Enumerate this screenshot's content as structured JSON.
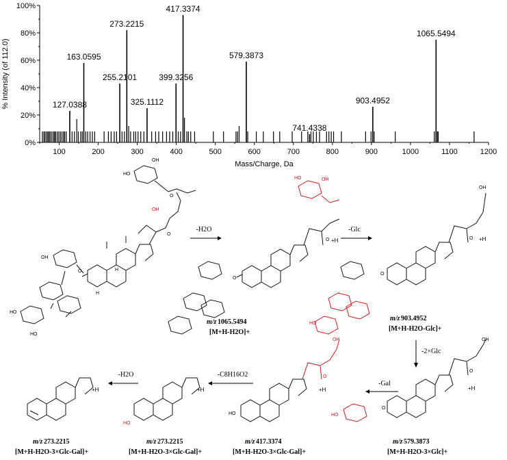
{
  "chart_data": {
    "type": "bar",
    "ylabel": "% Intensity (of 112.0)",
    "xlabel": "Mass/Charge, Da",
    "xlim": [
      50,
      1200
    ],
    "ylim": [
      0,
      100
    ],
    "xticks": [
      "100",
      "200",
      "300",
      "400",
      "500",
      "600",
      "700",
      "800",
      "900",
      "1000",
      "1100",
      "1200"
    ],
    "yticks": [
      "0%",
      "20%",
      "40%",
      "60%",
      "80%",
      "100%"
    ],
    "labeled_peaks": [
      {
        "x": 127.0388,
        "y": 23,
        "label": "127.0388"
      },
      {
        "x": 163.0595,
        "y": 58,
        "label": "163.0595"
      },
      {
        "x": 255.2101,
        "y": 43,
        "label": "255.2101"
      },
      {
        "x": 273.2215,
        "y": 82,
        "label": "273.2215"
      },
      {
        "x": 325.1112,
        "y": 25,
        "label": "325.1112"
      },
      {
        "x": 399.3256,
        "y": 43,
        "label": "399.3256"
      },
      {
        "x": 417.3374,
        "y": 93,
        "label": "417.3374"
      },
      {
        "x": 579.3873,
        "y": 59,
        "label": "579.3873"
      },
      {
        "x": 741.4338,
        "y": 6,
        "label": "741.4338"
      },
      {
        "x": 903.4952,
        "y": 26,
        "label": "903.4952"
      },
      {
        "x": 1065.5494,
        "y": 75,
        "label": "1065.5494"
      }
    ],
    "minor_peaks": [
      {
        "x": 57,
        "y": 8
      },
      {
        "x": 61,
        "y": 8
      },
      {
        "x": 64,
        "y": 8
      },
      {
        "x": 68,
        "y": 8
      },
      {
        "x": 71,
        "y": 8
      },
      {
        "x": 74,
        "y": 8
      },
      {
        "x": 77,
        "y": 8
      },
      {
        "x": 81,
        "y": 8
      },
      {
        "x": 85,
        "y": 8
      },
      {
        "x": 88,
        "y": 8
      },
      {
        "x": 91,
        "y": 8
      },
      {
        "x": 95,
        "y": 8
      },
      {
        "x": 99,
        "y": 8
      },
      {
        "x": 103,
        "y": 8
      },
      {
        "x": 107,
        "y": 8
      },
      {
        "x": 111,
        "y": 8
      },
      {
        "x": 114,
        "y": 8
      },
      {
        "x": 118,
        "y": 8
      },
      {
        "x": 133,
        "y": 8
      },
      {
        "x": 139,
        "y": 8
      },
      {
        "x": 145,
        "y": 17
      },
      {
        "x": 149,
        "y": 8
      },
      {
        "x": 155,
        "y": 8
      },
      {
        "x": 159,
        "y": 8
      },
      {
        "x": 168,
        "y": 8
      },
      {
        "x": 173,
        "y": 8
      },
      {
        "x": 179,
        "y": 8
      },
      {
        "x": 185,
        "y": 8
      },
      {
        "x": 191,
        "y": 8
      },
      {
        "x": 215,
        "y": 8
      },
      {
        "x": 226,
        "y": 8
      },
      {
        "x": 233,
        "y": 8
      },
      {
        "x": 241,
        "y": 8
      },
      {
        "x": 247,
        "y": 8
      },
      {
        "x": 261,
        "y": 8
      },
      {
        "x": 267,
        "y": 8
      },
      {
        "x": 278,
        "y": 12
      },
      {
        "x": 283,
        "y": 8
      },
      {
        "x": 291,
        "y": 8
      },
      {
        "x": 296,
        "y": 8
      },
      {
        "x": 302,
        "y": 8
      },
      {
        "x": 309,
        "y": 8
      },
      {
        "x": 317,
        "y": 8
      },
      {
        "x": 337,
        "y": 8
      },
      {
        "x": 347,
        "y": 8
      },
      {
        "x": 355,
        "y": 8
      },
      {
        "x": 365,
        "y": 8
      },
      {
        "x": 375,
        "y": 8
      },
      {
        "x": 383,
        "y": 8
      },
      {
        "x": 391,
        "y": 8
      },
      {
        "x": 405,
        "y": 8
      },
      {
        "x": 411,
        "y": 8
      },
      {
        "x": 421,
        "y": 18
      },
      {
        "x": 427,
        "y": 8
      },
      {
        "x": 431,
        "y": 8
      },
      {
        "x": 437,
        "y": 8
      },
      {
        "x": 447,
        "y": 8
      },
      {
        "x": 495,
        "y": 8
      },
      {
        "x": 521,
        "y": 8
      },
      {
        "x": 553,
        "y": 8
      },
      {
        "x": 557,
        "y": 8
      },
      {
        "x": 561,
        "y": 12
      },
      {
        "x": 583,
        "y": 8
      },
      {
        "x": 605,
        "y": 8
      },
      {
        "x": 623,
        "y": 8
      },
      {
        "x": 649,
        "y": 8
      },
      {
        "x": 665,
        "y": 8
      },
      {
        "x": 697,
        "y": 8
      },
      {
        "x": 721,
        "y": 8
      },
      {
        "x": 737,
        "y": 8
      },
      {
        "x": 745,
        "y": 8
      },
      {
        "x": 751,
        "y": 8
      },
      {
        "x": 759,
        "y": 8
      },
      {
        "x": 767,
        "y": 8
      },
      {
        "x": 785,
        "y": 8
      },
      {
        "x": 791,
        "y": 8
      },
      {
        "x": 797,
        "y": 8
      },
      {
        "x": 803,
        "y": 8
      },
      {
        "x": 823,
        "y": 8
      },
      {
        "x": 885,
        "y": 8
      },
      {
        "x": 899,
        "y": 8
      },
      {
        "x": 907,
        "y": 8
      },
      {
        "x": 961,
        "y": 8
      },
      {
        "x": 1061,
        "y": 8
      },
      {
        "x": 1069,
        "y": 8
      },
      {
        "x": 1071,
        "y": 8
      },
      {
        "x": 1163,
        "y": 8
      }
    ]
  },
  "scheme": {
    "compounds": [
      {
        "mz_prefix": "m/z",
        "mz": "1065.5494",
        "ion": "[M+H-H2O]+"
      },
      {
        "mz_prefix": "m/z",
        "mz": "903.4952",
        "ion": "[M+H-H2O-Glc]+"
      },
      {
        "mz_prefix": "m/z",
        "mz": "579.3873",
        "ion": "[M+H-H2O-3×Glc]+"
      },
      {
        "mz_prefix": "m/z",
        "mz": "417.3374",
        "ion": "[M+H-H2O-3×Glc-Gal]+"
      },
      {
        "mz_prefix": "m/z",
        "mz": "273.2215",
        "ion": "[M+H-H2O-3×Glc-Gal]+"
      },
      {
        "mz_prefix": "m/z",
        "mz": "273.2215",
        "ion": "[M+H-H2O-3×Glc-Gal]+"
      }
    ],
    "arrows": {
      "minus_h2o_1": "-H2O",
      "minus_glc": "-Glc",
      "minus_2glc": "-2×Glc",
      "minus_gal": "-Gal",
      "minus_c8h16o2": "-C8H16O2",
      "minus_h2o_2": "-H2O"
    },
    "atom_labels": {
      "oh": "OH",
      "ho": "HO",
      "o": "O",
      "h": "H",
      "plus_h": "+H"
    },
    "colors": {
      "highlight": "#d0151b",
      "ink": "#111111"
    }
  }
}
